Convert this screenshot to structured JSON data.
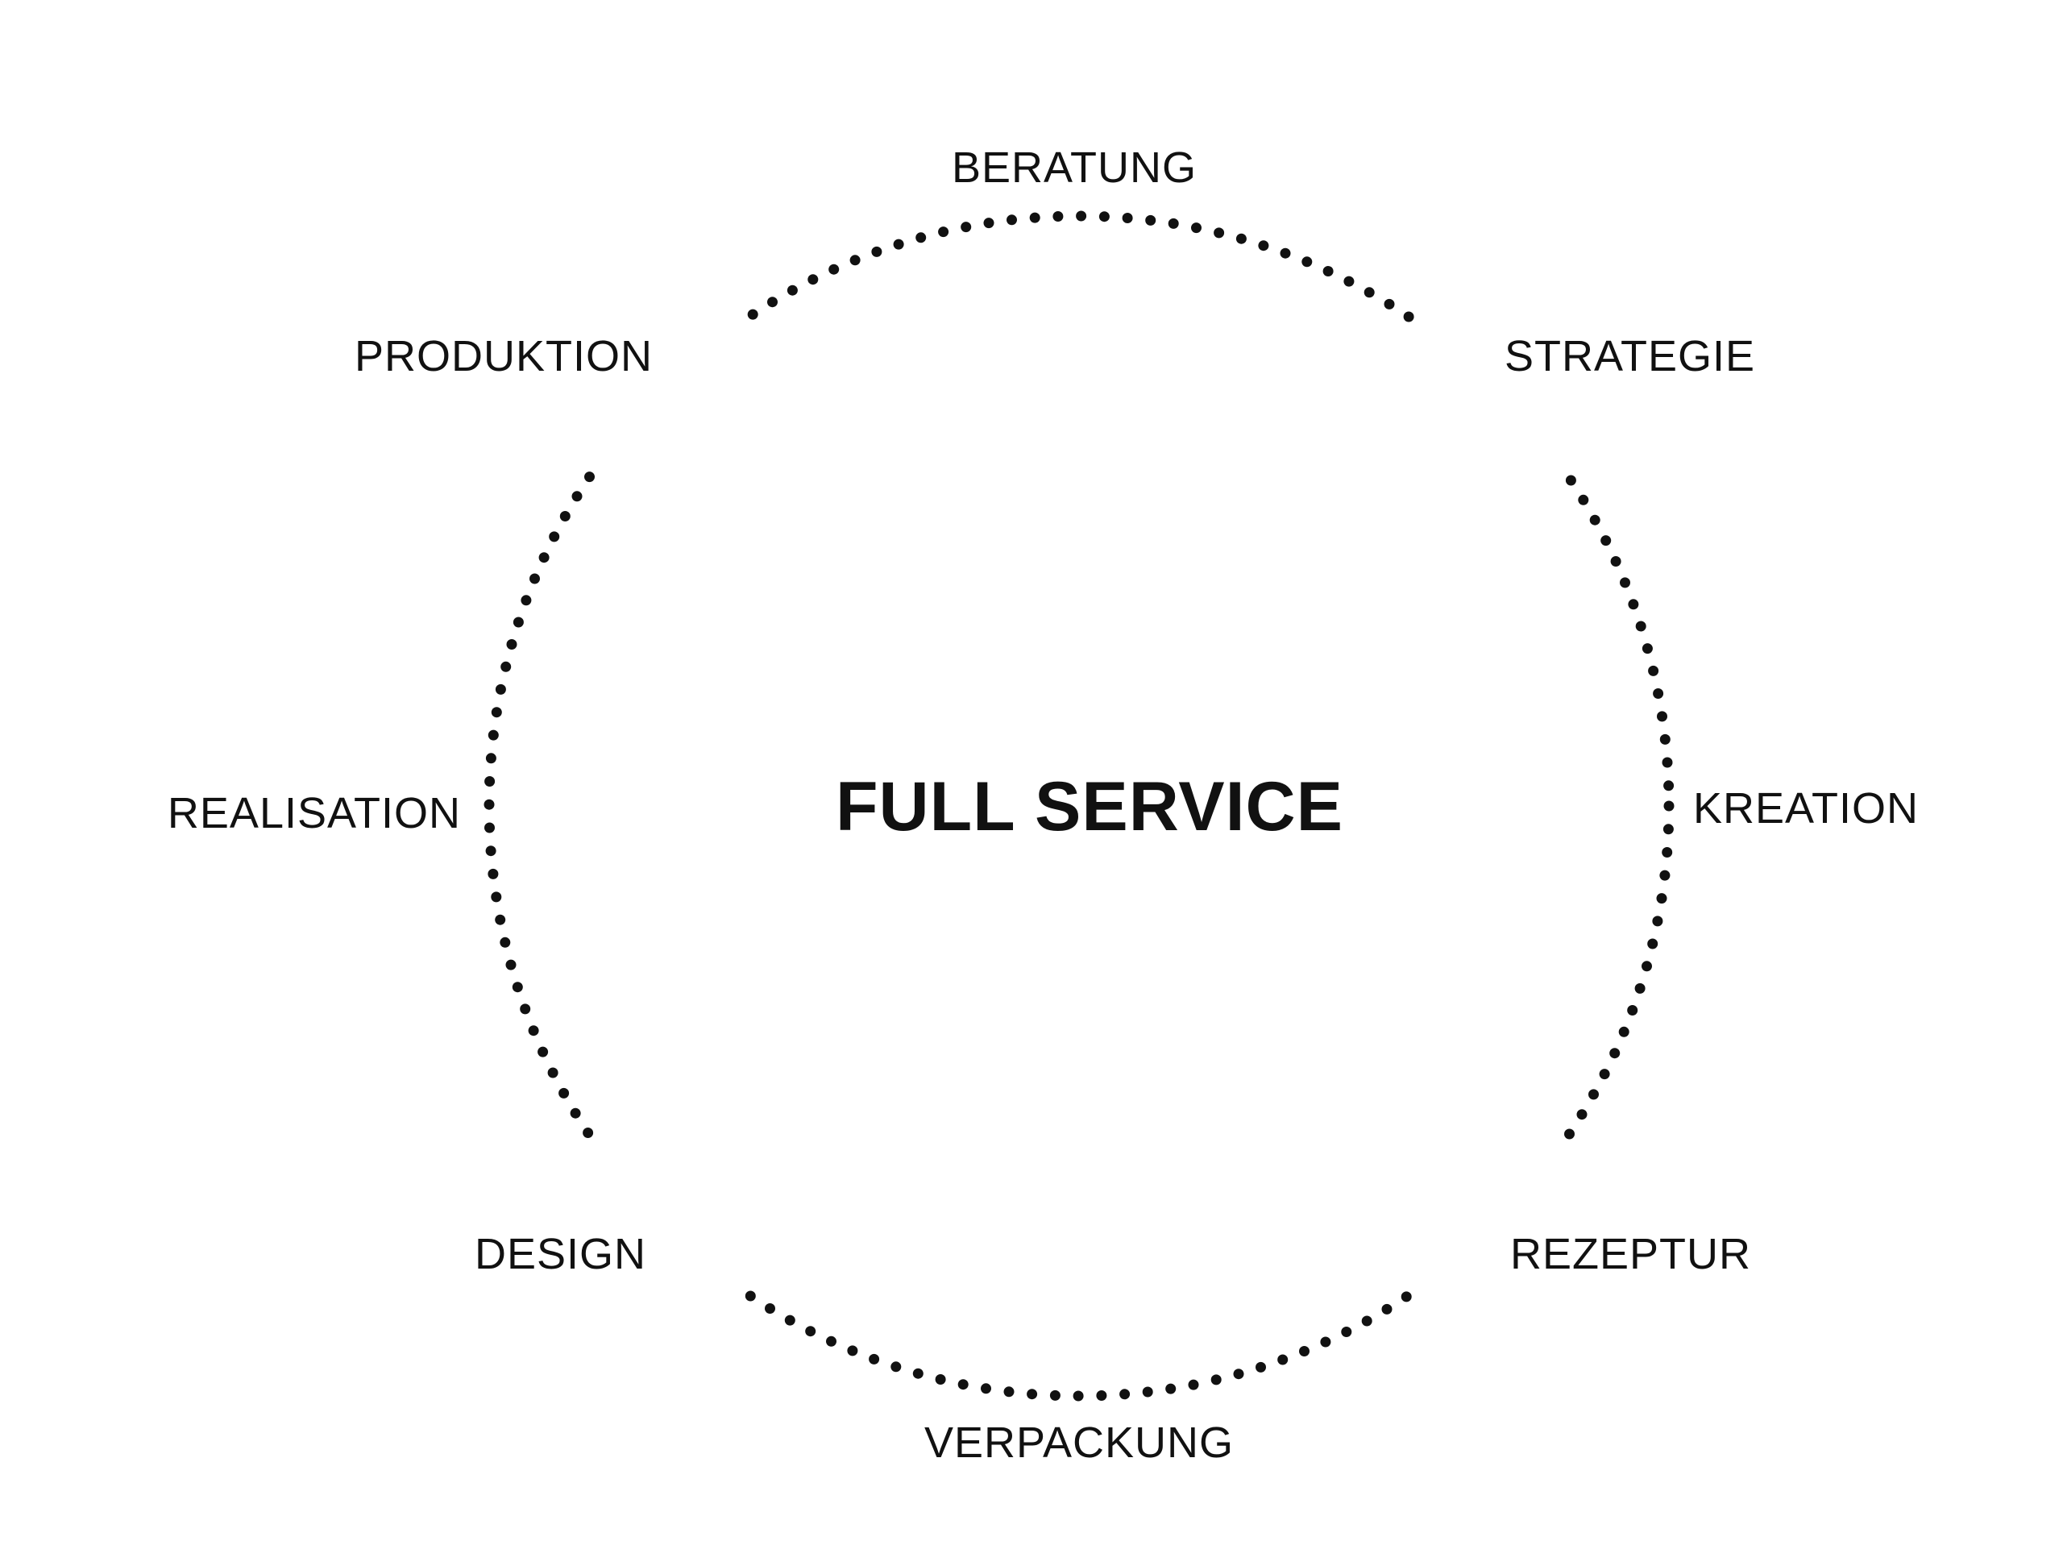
{
  "diagram": {
    "center_label": "FULL SERVICE",
    "dot_color": "#111111",
    "text_color": "#111111",
    "background": "#ffffff",
    "nodes": [
      {
        "id": "beratung",
        "label": "BERATUNG"
      },
      {
        "id": "strategie",
        "label": "STRATEGIE"
      },
      {
        "id": "kreation",
        "label": "KREATION"
      },
      {
        "id": "rezeptur",
        "label": "REZEPTUR"
      },
      {
        "id": "verpackung",
        "label": "VERPACKUNG"
      },
      {
        "id": "design",
        "label": "DESIGN"
      },
      {
        "id": "realisation",
        "label": "REALISATION"
      },
      {
        "id": "produktion",
        "label": "PRODUKTION"
      }
    ]
  }
}
